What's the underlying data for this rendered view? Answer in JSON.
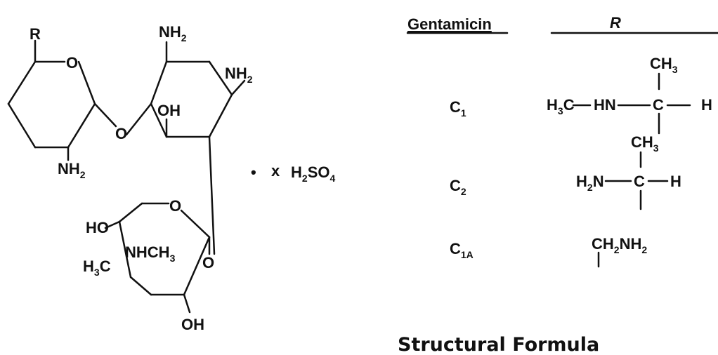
{
  "labels": {
    "r": "R",
    "o_ring1": "O",
    "nh2_ring1": "NH",
    "o_link1": "O",
    "nh2_top": "NH",
    "nh2_right": "NH",
    "oh_mid": "OH",
    "ho_ring3": "HO",
    "o_ring3": "O",
    "h3c_ring3": "H",
    "c_ring3": "C",
    "nhch3": "NHCH",
    "o_link2": "O",
    "oh_bottom": "OH",
    "bullet": "•",
    "x": "x",
    "h2so4_h": "H",
    "h2so4_so": "SO",
    "sub2": "2",
    "sub3": "3",
    "sub4": "4"
  },
  "table": {
    "col1_header": "Gentamicin",
    "col2_header": "R",
    "rows": [
      {
        "name": "C",
        "sub": "1"
      },
      {
        "name": "C",
        "sub": "2"
      },
      {
        "name": "C",
        "sub": "1A"
      }
    ],
    "c1_r": {
      "ch3": "CH",
      "h3c": "H",
      "c_of_h3c": "C",
      "hn": "HN",
      "c": "C",
      "h": "H"
    },
    "c2_r": {
      "ch3": "CH",
      "h2n": "H",
      "n": "N",
      "c": "C",
      "h": "H"
    },
    "c1a_r": {
      "ch2nh2": "CH",
      "nh2": "NH"
    }
  },
  "caption": "Structural Formula"
}
